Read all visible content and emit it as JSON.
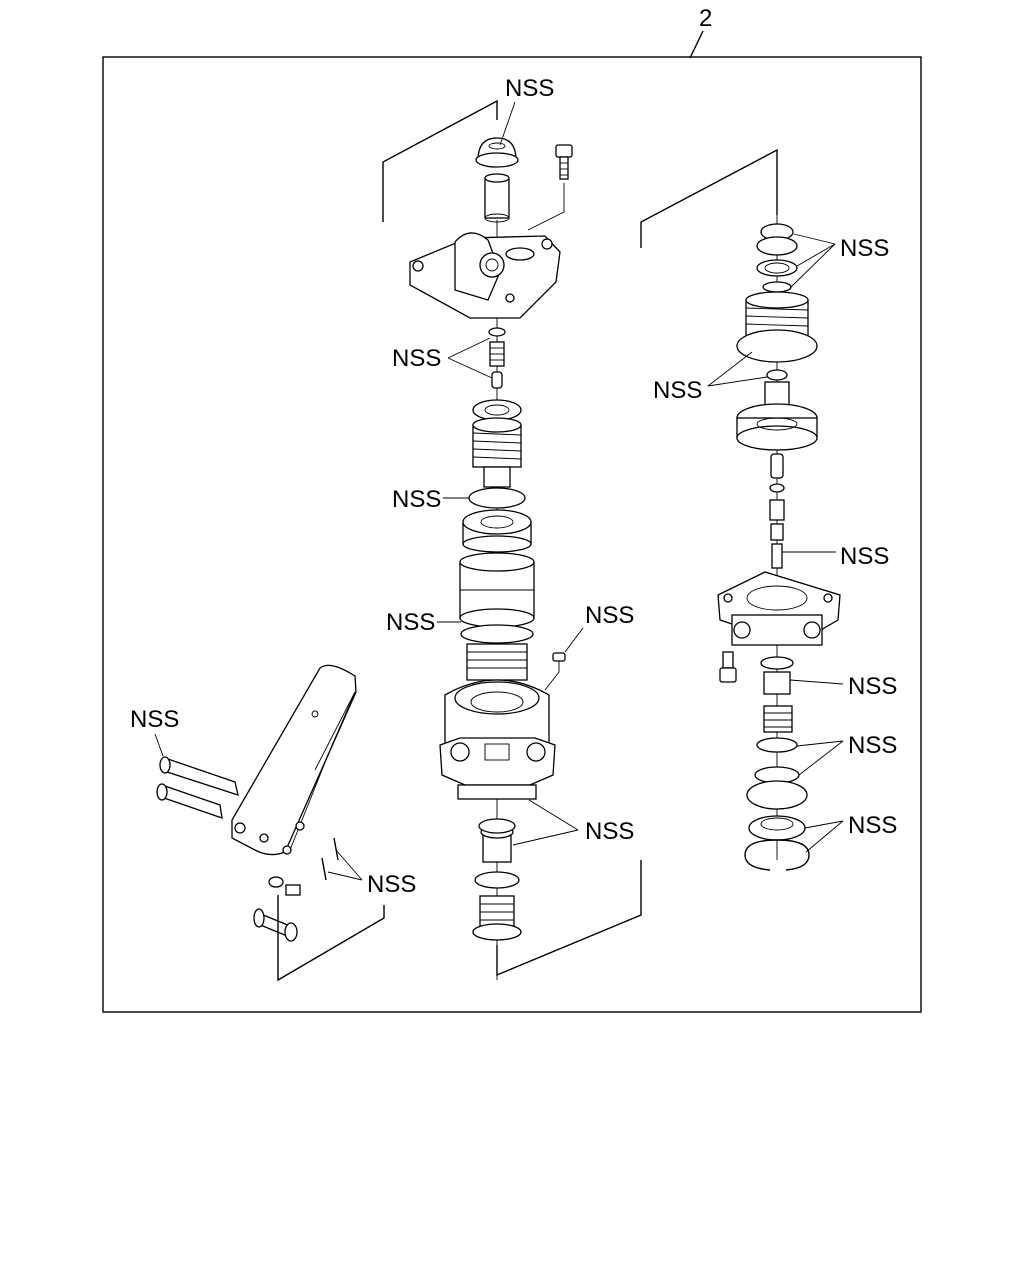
{
  "callout_number": "2",
  "labels": {
    "nss_top_cap": "NSS",
    "nss_valve_spring": "NSS",
    "nss_center_oring": "NSS",
    "nss_center_seal": "NSS",
    "nss_side_pin": "NSS",
    "nss_lower_bushing": "NSS",
    "nss_pedal_pins": "NSS",
    "nss_cotter_pins": "NSS",
    "nss_right_top": "NSS",
    "nss_right_diaphragm": "NSS",
    "nss_right_plunger": "NSS",
    "nss_right_seat": "NSS",
    "nss_right_rings": "NSS",
    "nss_right_bottom": "NSS"
  }
}
